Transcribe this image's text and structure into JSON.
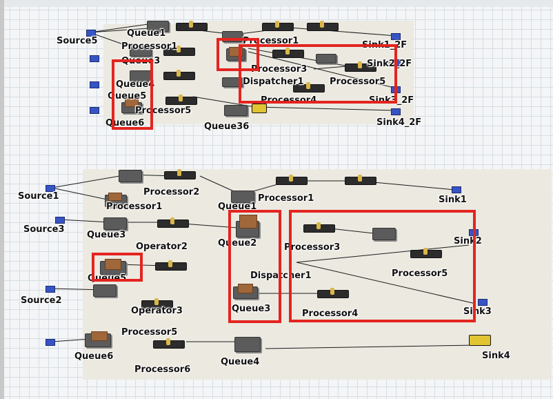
{
  "upper_model": {
    "labels": {
      "source5": "Source5",
      "queue1": "Queue1",
      "processor1": "Processor1",
      "processor1b": "Processor1",
      "queue3": "Queue3",
      "queue4": "Queue4",
      "queue5": "Queue5",
      "processor5": "Processor5",
      "queue6": "Queue6",
      "queue36": "Queue36",
      "processor3": "Processor3",
      "dispatcher1": "Dispatcher1",
      "processor5b": "Processor5",
      "processor4": "Processor4",
      "sink1_2f": "Sink1_2F",
      "sink2_2f": "Sink2_2F",
      "sink3_2f": "Sink3_2F",
      "sink4_2f": "Sink4_2F"
    }
  },
  "lower_model": {
    "labels": {
      "source1": "Source1",
      "processor2": "Processor2",
      "processor1": "Processor1",
      "queue1": "Queue1",
      "processor1b": "Processor1",
      "sink1": "Sink1",
      "source3": "Source3",
      "queue3": "Queue3",
      "operator2": "Operator2",
      "queue2": "Queue2",
      "processor3": "Processor3",
      "sink2": "Sink2",
      "queue5": "Queue5",
      "dispatcher1": "Dispatcher1",
      "processor5": "Processor5",
      "source2": "Source2",
      "operator3": "Operator3",
      "queue3b": "Queue3",
      "processor4": "Processor4",
      "sink3": "Sink3",
      "processor5b": "Processor5",
      "queue6": "Queue6",
      "queue4": "Queue4",
      "processor6": "Processor6",
      "sink4": "Sink4"
    }
  },
  "colors": {
    "highlight": "#e3241f",
    "floor": "#ece9e1",
    "grid": "#d7dde3",
    "source_sink": "#3654c4",
    "processor_zone": "#5aa04a",
    "crate": "#a0673a"
  },
  "icons": {
    "source": "blue-box-icon",
    "sink": "blue-box-icon",
    "queue": "queue-rack-icon",
    "processor": "conveyor-processor-icon",
    "operator": "worker-icon",
    "forklift": "forklift-icon"
  }
}
